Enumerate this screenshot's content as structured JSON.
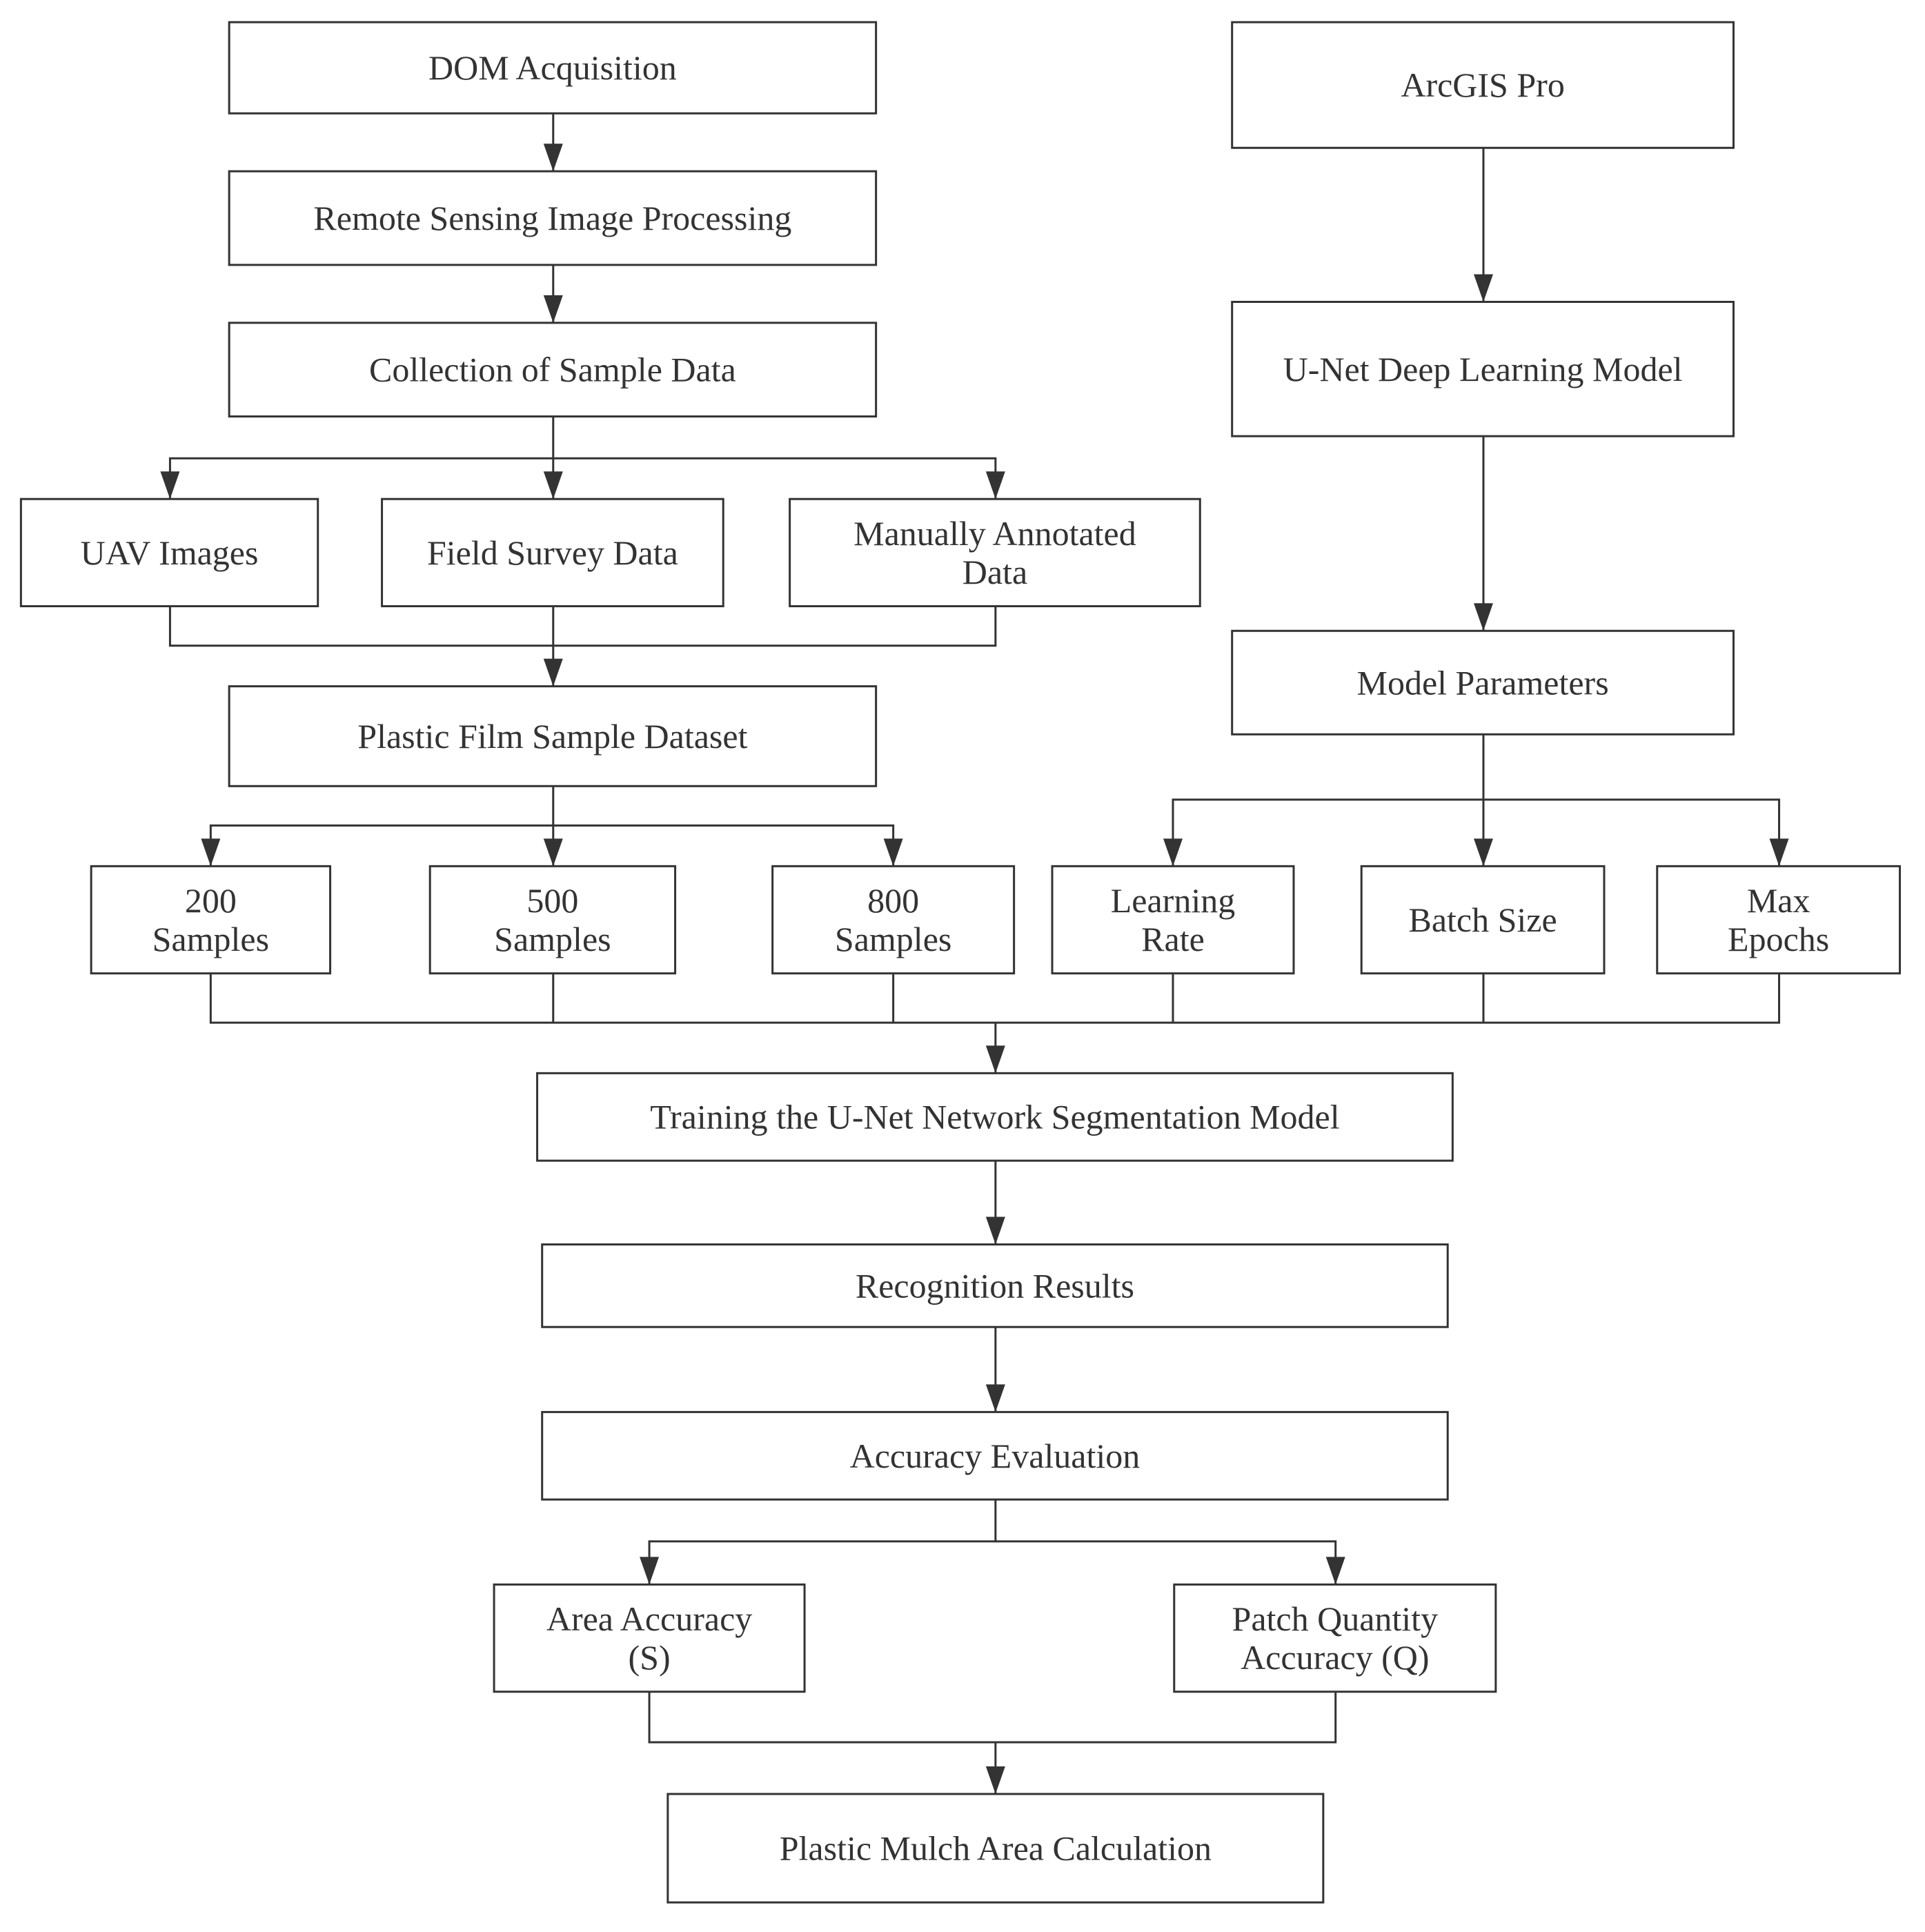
{
  "boxes": {
    "dom_acquisition": [
      "DOM Acquisition"
    ],
    "rs_processing": [
      "Remote Sensing Image Processing"
    ],
    "collection_sample": [
      "Collection of  Sample Data"
    ],
    "uav_images": [
      "UAV Images"
    ],
    "field_survey": [
      "Field Survey Data"
    ],
    "manual_annotated": [
      "Manually Annotated",
      "Data"
    ],
    "film_dataset": [
      "Plastic Film Sample Dataset"
    ],
    "samples_200": [
      "200",
      "Samples"
    ],
    "samples_500": [
      "500",
      "Samples"
    ],
    "samples_800": [
      "800",
      "Samples"
    ],
    "arcgis": [
      "ArcGIS Pro"
    ],
    "unet_model": [
      "U-Net Deep Learning Model"
    ],
    "model_params": [
      "Model Parameters"
    ],
    "learning_rate": [
      "Learning",
      "Rate"
    ],
    "batch_size": [
      "Batch Size"
    ],
    "max_epochs": [
      "Max",
      "Epochs"
    ],
    "training": [
      "Training the U-Net Network Segmentation Model"
    ],
    "recognition": [
      "Recognition Results"
    ],
    "accuracy_eval": [
      "Accuracy Evaluation"
    ],
    "area_accuracy": [
      "Area Accuracy",
      "(S)"
    ],
    "patch_accuracy": [
      "Patch Quantity",
      "Accuracy (Q)"
    ],
    "mulch_area": [
      "Plastic Mulch Area Calculation"
    ]
  }
}
